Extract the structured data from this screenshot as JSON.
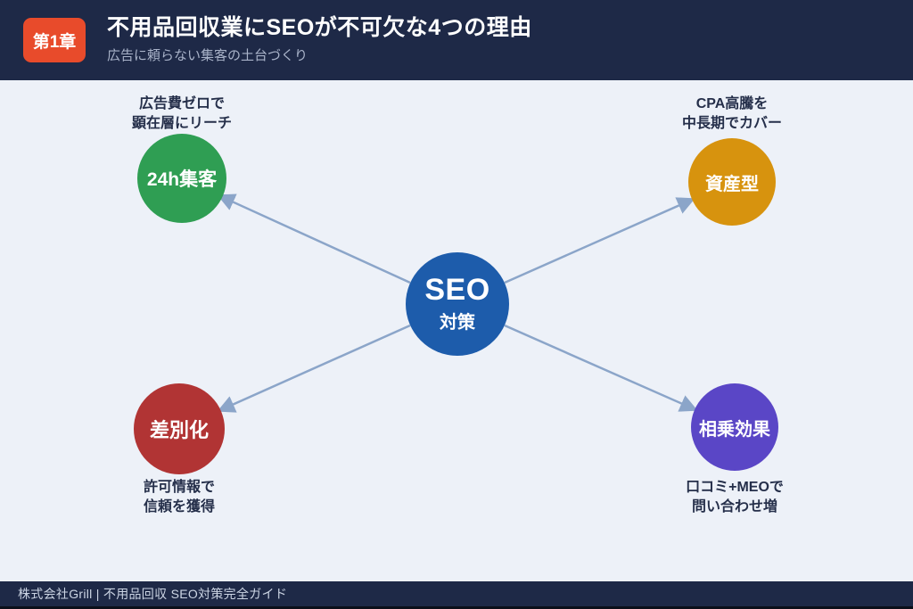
{
  "header": {
    "badge_label": "第1章",
    "title": "不用品回収業にSEOが不可欠な4つの理由",
    "subtitle": "広告に頼らない集客の土台づくり",
    "background_color": "#1e2947",
    "badge_color": "#e84b2b"
  },
  "diagram": {
    "background_color": "#edf1f8",
    "arrow_color": "#8ba5c9",
    "center_node": {
      "title": "SEO",
      "subtitle": "対策",
      "color": "#1d5cab"
    },
    "nodes": [
      {
        "position": "top-left",
        "label": "24h集客",
        "caption_line1": "広告費ゼロで",
        "caption_line2": "顕在層にリーチ",
        "caption_placement": "above",
        "color": "#2f9e53"
      },
      {
        "position": "top-right",
        "label": "資産型",
        "caption_line1": "CPA高騰を",
        "caption_line2": "中長期でカバー",
        "caption_placement": "above",
        "color": "#d7930e"
      },
      {
        "position": "bottom-left",
        "label": "差別化",
        "caption_line1": "許可情報で",
        "caption_line2": "信頼を獲得",
        "caption_placement": "below",
        "color": "#b13434"
      },
      {
        "position": "bottom-right",
        "label": "相乗効果",
        "caption_line1": "口コミ+MEOで",
        "caption_line2": "問い合わせ増",
        "caption_placement": "below",
        "color": "#5a46c6"
      }
    ]
  },
  "footer": {
    "text": "株式会社Grill | 不用品回収 SEO対策完全ガイド"
  }
}
